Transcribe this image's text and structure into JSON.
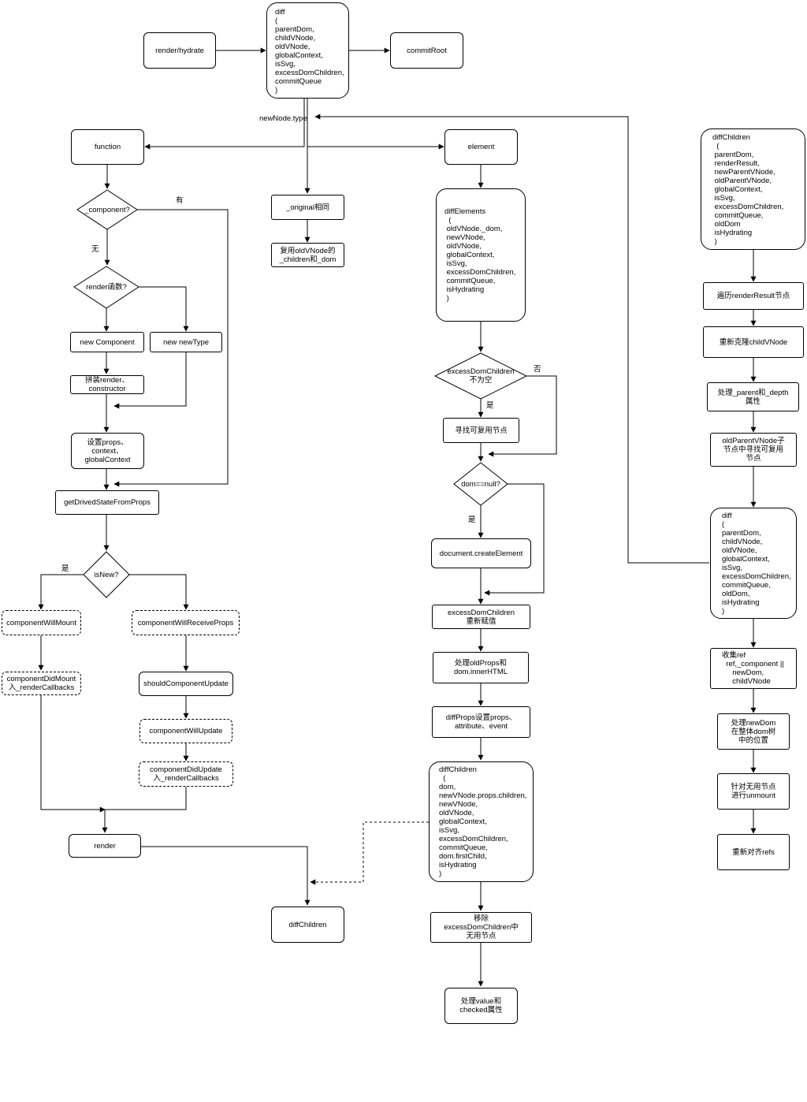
{
  "nodes": {
    "render_hydrate": "render/hydrate",
    "diff_main": "diff\n(\nparentDom,\nchildVNode,\noldVNode,\nglobalContext,\nisSvg,\nexcessDomChildren,\ncommitQueue\n)",
    "commit_root": "commitRoot",
    "function": "function",
    "element": "element",
    "component_q": "_component?",
    "render_fn_q": "render函数?",
    "new_component": "new Component",
    "new_newtype": "new newType",
    "assemble_render": "拼装render、\nconstructor",
    "set_props": "设置props、\ncontext、\nglobalContext",
    "get_drived_state": "getDrivedStateFromProps",
    "is_new_q": "isNew?",
    "component_will_mount": "componentWillMount",
    "component_will_receive_props": "componentWillReceiveProps",
    "component_did_mount": "componentDidMount\n入_renderCallbacks",
    "should_component_update": "shouldComponentUpdate",
    "component_will_update": "componentWillUpdate",
    "component_did_update": "componentDidUpdate\n入_renderCallbacks",
    "render": "render",
    "original_same": "_original相同",
    "reuse_old_vnode": "复用oldVNode的\n_children和_dom",
    "diff_children_target": "diffChildren",
    "diff_elements": "diffElements\n  (\n oldVNode._dom,\n newVNode,\n oldVNode,\n globalContext,\n isSvg,\n excessDomChildren,\n commitQueue,\n isHydrating\n )",
    "excess_dom_not_empty_q": "excessDomChildren\n不为空",
    "find_reusable": "寻找可复用节点",
    "dom_null_q": "dom==null?",
    "create_element": "document.createElement",
    "excess_reassign": "excessDomChildren\n重新赋值",
    "handle_old_props": "处理oldProps和\ndom.innerHTML",
    "diff_props": "diffProps设置props、\nattribute、event",
    "diff_children_call": "diffChildren\n  (\ndom,\nnewVNode.props.children,\nnewVNode,\noldVNode,\nglobalContext,\nisSvg,\nexcessDomChildren,\ncommitQueue,\ndom.firstChild,\nisHydrating\n)",
    "remove_unused": "移除\nexcessDomChildren中\n无用节点",
    "handle_value_checked": "处理value和\nchecked属性",
    "diff_children_def": "diffChildren\n  (\n parentDom,\n renderResult,\n newParentVNode,\n oldParentVNode,\n globalContext,\n isSvg,\n excessDomChildren,\n commitQueue,\n oldDom\n isHydrating\n )",
    "traverse_render_result": "遍历renderResult节点",
    "reclone_child": "重新克隆childVNode",
    "handle_parent_depth": "处理_parent和_depth\n属性",
    "find_in_old_parent": "oldParentVNode子\n节点中寻找可复用\n节点",
    "diff_recursive": "diff\n(\nparentDom,\nchildVNode,\noldVNode,\nglobalContext,\nisSvg,\nexcessDomChildren,\ncommitQueue,\noldDom,\nisHydrating\n)",
    "collect_ref": "收集ref\n  ref,_component ||\n     newDom,\n     childVNode",
    "handle_new_dom": "处理newDom\n在整体dom树\n中的位置",
    "unmount_unused": "针对无用节点\n进行unmount",
    "realign_refs": "重新对齐refs"
  },
  "labels": {
    "newnode_type": "newNode.type",
    "has": "有",
    "none": "无",
    "yes_isnew": "是",
    "yes_excess": "是",
    "no_excess": "否",
    "yes_dom": "是"
  },
  "colors": {
    "stroke": "#000000",
    "background": "#ffffff"
  }
}
